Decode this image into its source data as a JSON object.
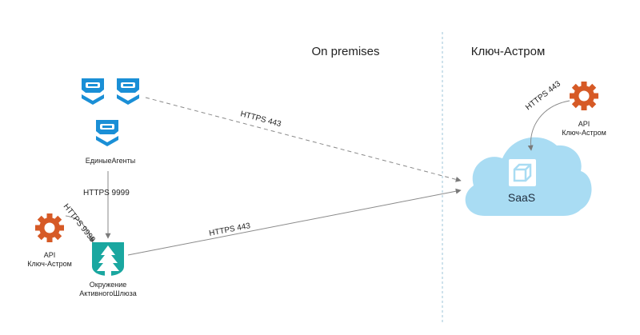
{
  "sections": {
    "on_premises": "On premises",
    "cloud": "Ключ-Астром"
  },
  "nodes": {
    "agents": {
      "label": "ЕдиныеАгенты",
      "icon": "agent-icon"
    },
    "gateway": {
      "label_line1": "Окружение",
      "label_line2": "АктивногоШлюза",
      "icon": "gateway-icon"
    },
    "api_left": {
      "label_line1": "API",
      "label_line2": "Ключ-Астром",
      "icon": "gear-icon"
    },
    "api_right": {
      "label_line1": "API",
      "label_line2": "Ключ-Астром",
      "icon": "gear-icon"
    },
    "saas": {
      "label": "SaaS",
      "icon": "cloud-icon"
    }
  },
  "connections": {
    "agents_to_saas": "HTTPS 443",
    "agents_to_gateway": "HTTPS 9999",
    "api_to_gateway": "HTTPS 9999",
    "gateway_to_saas": "HTTPS 443",
    "api_to_saas": "HTTPS 443"
  },
  "colors": {
    "agent_blue": "#1a8fd6",
    "gateway_teal": "#1aa7a0",
    "gear_orange": "#d65a26",
    "cloud_blue": "#a9dcf3",
    "line_gray": "#8a8a8a",
    "divider": "#9cc4d8"
  }
}
